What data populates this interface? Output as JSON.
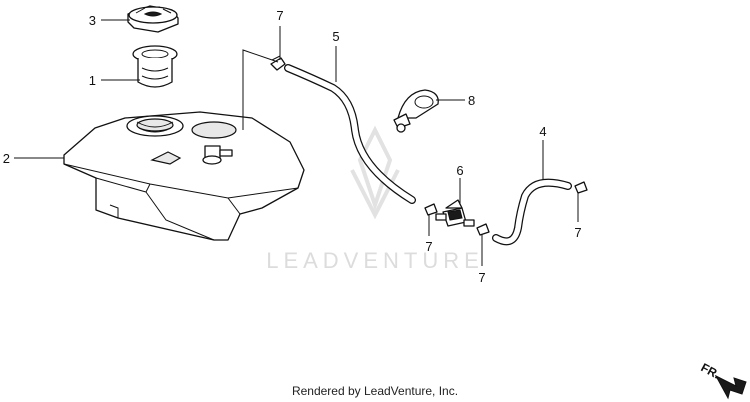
{
  "callouts": {
    "c1": "1",
    "c2": "2",
    "c3": "3",
    "c4": "4",
    "c5": "5",
    "c6": "6",
    "c7a": "7",
    "c7b": "7",
    "c7c": "7",
    "c7d": "7",
    "c8": "8"
  },
  "direction_label": "FR.",
  "watermark": "LEADVENTURE",
  "footer": "Rendered by LeadVenture, Inc."
}
